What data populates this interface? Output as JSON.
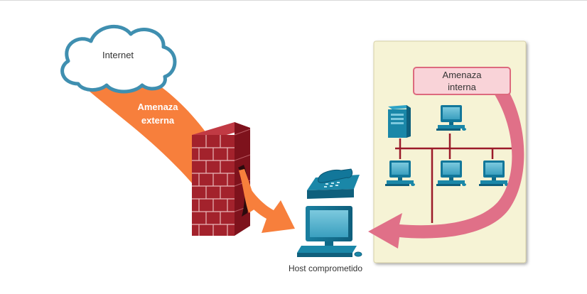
{
  "labels": {
    "internet": "Internet",
    "external_threat_line1": "Amenaza",
    "external_threat_line2": "externa",
    "internal_threat_line1": "Amenaza",
    "internal_threat_line2": "interna",
    "compromised_host": "Host comprometido"
  },
  "icons": {
    "cloud": "cloud-icon",
    "firewall": "firewall-icon",
    "phone": "ip-phone-icon",
    "host": "desktop-computer-icon",
    "server": "server-icon",
    "pc": "desktop-computer-icon"
  },
  "colors": {
    "external_threat": "#f77f3c",
    "internal_threat": "#e07088",
    "internal_label_bg": "#f9d3d8",
    "internal_label_border": "#dd6a7e",
    "lan_bg": "#f6f3d5",
    "lan_bus": "#9b1b2a",
    "device_teal": "#1a87a8",
    "brick": "#a3222c",
    "cloud_border": "#3f8fb0"
  }
}
